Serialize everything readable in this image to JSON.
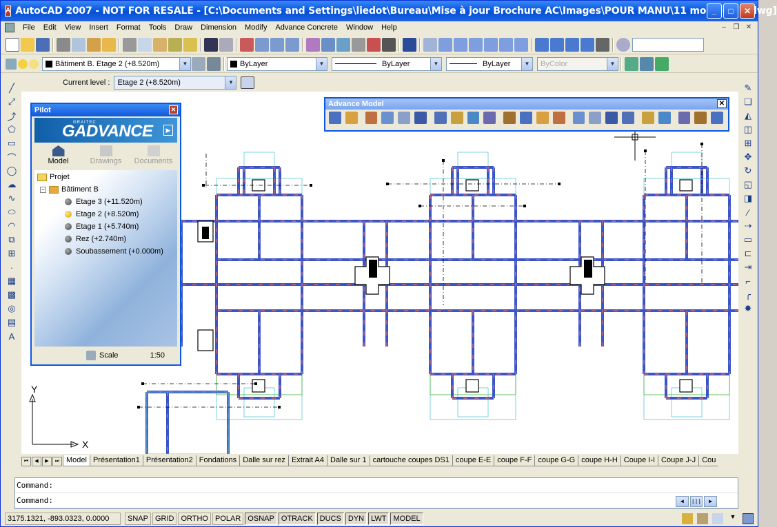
{
  "window": {
    "title": "AutoCAD 2007 - NOT FOR RESALE - [C:\\Documents and Settings\\liedot\\Bureau\\Mise à jour Brochure AC\\Images\\POUR MANU\\11 modele 2D.dwg]",
    "app_icon_letter": "A"
  },
  "menu": [
    "File",
    "Edit",
    "View",
    "Insert",
    "Format",
    "Tools",
    "Draw",
    "Dimension",
    "Modify",
    "Advance Concrete",
    "Window",
    "Help"
  ],
  "layer_toolbar": {
    "layer": "Bâtiment B. Etage 2 (+8.520m)",
    "color": "ByLayer",
    "linetype": "ByLayer",
    "lineweight": "ByLayer",
    "plotstyle": "ByColor"
  },
  "current_level": {
    "label": "Current level :",
    "value": "Etage 2 (+8.520m)"
  },
  "pilot": {
    "title": "Pilot",
    "brand_small": "GRAITEC",
    "brand": "GADVANCE",
    "tabs": [
      "Model",
      "Drawings",
      "Documents"
    ],
    "tree": {
      "root": "Projet",
      "building": "Bâtiment B",
      "levels": [
        {
          "label": "Etage 3 (+11.520m)",
          "current": false
        },
        {
          "label": "Etage 2 (+8.520m)",
          "current": true
        },
        {
          "label": "Etage 1 (+5.740m)",
          "current": false
        },
        {
          "label": "Rez (+2.740m)",
          "current": false
        },
        {
          "label": "Soubassement (+0.000m)",
          "current": false
        }
      ]
    },
    "scale_label": "Scale",
    "scale_value": "1:50"
  },
  "advance_model": {
    "title": "Advance Model"
  },
  "ucs": {
    "x": "X",
    "y": "Y"
  },
  "layout_tabs": [
    "Model",
    "Présentation1",
    "Présentation2",
    "Fondations",
    "Dalle sur rez",
    "Extrait A4",
    "Dalle sur 1",
    "cartouche coupes DS1",
    "coupe E-E",
    "coupe F-F",
    "coupe G-G",
    "coupe H-H",
    "Coupe I-I",
    "Coupe J-J",
    "Cou"
  ],
  "command": {
    "line1": "Command:",
    "line2": "Command:"
  },
  "status": {
    "coords": "3175.1321, -893.0323, 0.0000",
    "buttons": [
      "SNAP",
      "GRID",
      "ORTHO",
      "POLAR",
      "OSNAP",
      "OTRACK",
      "DUCS",
      "DYN",
      "LWT",
      "MODEL"
    ]
  },
  "colors": {
    "title_blue": "#0a58e0",
    "wall_blue": "#3a55c8",
    "hatch_red": "#e07070",
    "guide_cyan": "#5ac8d8",
    "guide_green": "#3cb43c"
  }
}
